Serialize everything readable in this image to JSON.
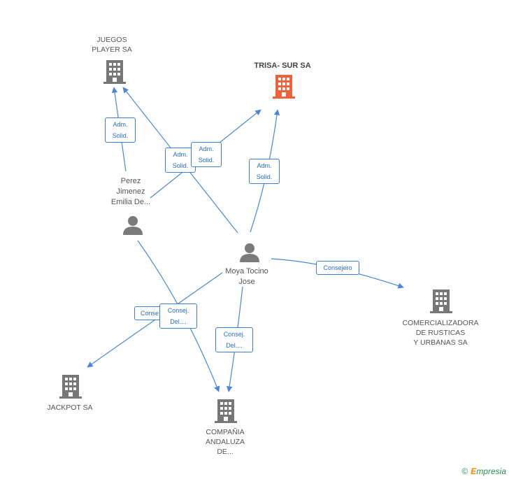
{
  "nodes": {
    "juegos": {
      "label": "JUEGOS\nPLAYER SA",
      "icon": "building-icon"
    },
    "trisa": {
      "label": "TRISA- SUR SA",
      "icon": "building-icon"
    },
    "perez": {
      "label": "Perez\nJimenez\nEmilia De...",
      "icon": "person-icon"
    },
    "moya": {
      "label": "Moya Tocino\nJose",
      "icon": "person-icon"
    },
    "comercializadora": {
      "label": "COMERCIALIZADORA\nDE RUSTICAS\nY URBANAS SA",
      "icon": "building-icon"
    },
    "jackpot": {
      "label": "JACKPOT SA",
      "icon": "building-icon"
    },
    "compania": {
      "label": "COMPAÑIA\nANDALUZA\nDE...",
      "icon": "building-icon"
    }
  },
  "edge_labels": {
    "adm_solid": "Adm.\nSolid.",
    "consejero": "Consejero",
    "consej_del": "Consej.\nDel....",
    "conse_truncated": "Conse"
  },
  "colors": {
    "edge": "#4a86d8",
    "building_gray": "#777777",
    "building_highlight": "#f0623a",
    "person": "#7a7a7a"
  },
  "footer": {
    "copyright": "©",
    "brand_first": "E",
    "brand_rest": "mpresia"
  }
}
